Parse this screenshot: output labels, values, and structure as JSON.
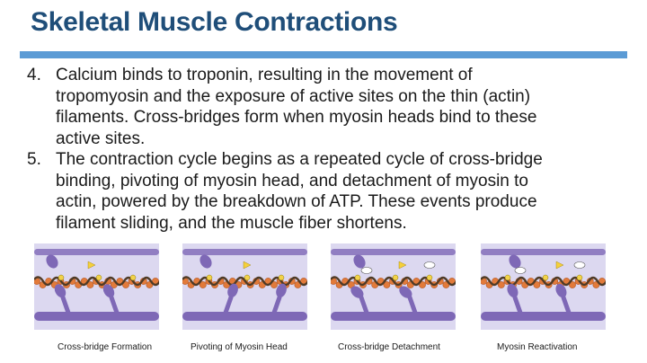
{
  "slide": {
    "title": "Skeletal Muscle Contractions",
    "accent_color": "#1f4e79",
    "rule_color": "#5b9bd5",
    "items": [
      {
        "number": "4.",
        "lines": "Calcium binds to troponin, resulting in the movement of\ntropomyosin and the exposure of active sites on the thin (actin)\nfilaments. Cross-bridges form when myosin heads bind to these\nactive sites."
      },
      {
        "number": "5.",
        "lines": "The contraction cycle begins as a repeated cycle of cross-bridge\nbinding, pivoting of myosin head, and detachment of myosin to\nactin, powered by the breakdown of ATP. These events produce\nfilament sliding, and the muscle fiber shortens."
      }
    ]
  },
  "figure": {
    "panels": [
      {
        "caption": "Cross-bridge Formation",
        "icon": "cross-bridge-formation-illustration"
      },
      {
        "caption": "Pivoting of Myosin Head",
        "icon": "myosin-head-pivot-illustration"
      },
      {
        "caption": "Cross-bridge Detachment",
        "icon": "cross-bridge-detachment-illustration"
      },
      {
        "caption": "Myosin Reactivation",
        "icon": "myosin-reactivation-illustration"
      }
    ],
    "colors": {
      "background": "#dcd8f0",
      "myosin": "#7e68b6",
      "actin": "#e27a3a",
      "tropomyosin": "#4f3b27",
      "troponin": "#f2d24a"
    }
  }
}
